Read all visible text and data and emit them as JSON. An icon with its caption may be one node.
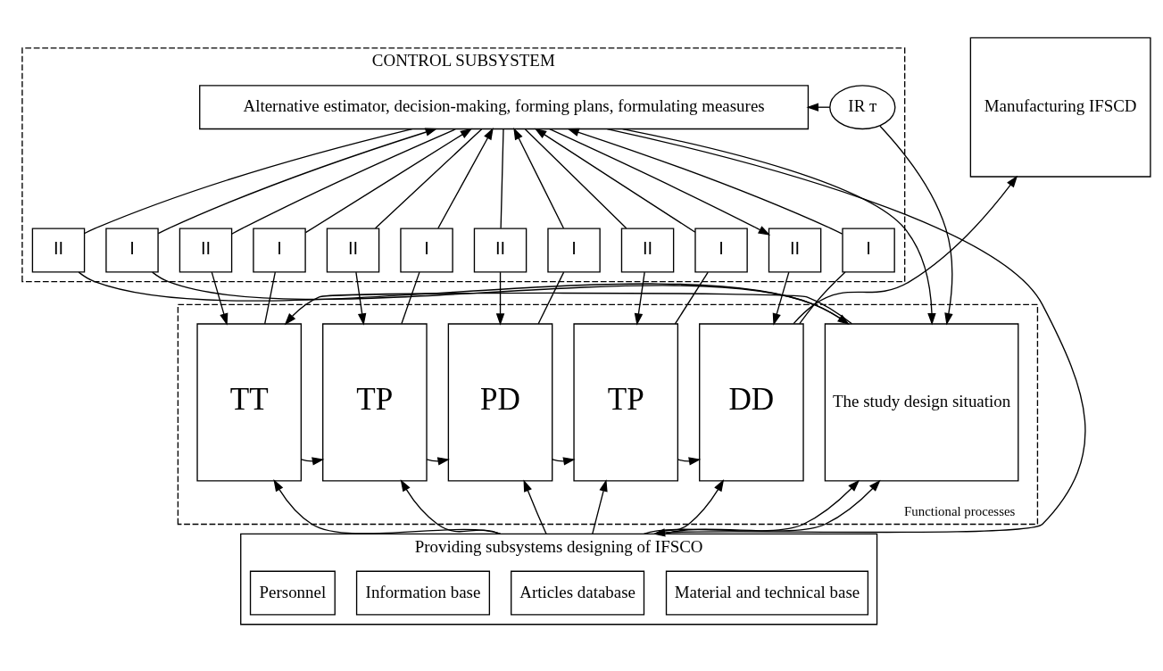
{
  "diagram": {
    "nodes": [
      {
        "text": [
          "CONTROL SUBSYSTEM"
        ]
      },
      {
        "text": [
          "IR т"
        ],
        "in": 0
      },
      {
        "text": [
          "Alternative estimator, decision-making, forming plans, formulating measures"
        ],
        "in": 0
      },
      {
        "text": [
          "II"
        ],
        "in": 0
      },
      {
        "text": [
          "I"
        ],
        "in": 0
      },
      {
        "text": [
          "II"
        ],
        "in": 0
      },
      {
        "text": [
          "I"
        ],
        "in": 0
      },
      {
        "text": [
          "II"
        ],
        "in": 0
      },
      {
        "text": [
          "I"
        ],
        "in": 0
      },
      {
        "text": [
          "II"
        ],
        "in": 0
      },
      {
        "text": [
          "I"
        ],
        "in": 0
      },
      {
        "text": [
          "II"
        ],
        "in": 0
      },
      {
        "text": [
          "I"
        ],
        "in": 0
      },
      {
        "text": [
          "II"
        ],
        "in": 0
      },
      {
        "text": [
          "I"
        ],
        "in": 0
      },
      {
        "text": [
          "Functional processes"
        ]
      },
      {
        "text": [
          "The study design situation"
        ],
        "in": 15
      },
      {
        "text": [
          "TT"
        ],
        "in": 15
      },
      {
        "text": [
          "TP"
        ],
        "in": 15
      },
      {
        "text": [
          "PD"
        ],
        "in": 15
      },
      {
        "text": [
          "TP"
        ],
        "in": 15
      },
      {
        "text": [
          "DD"
        ],
        "in": 15
      },
      {
        "text": [
          "Manufacturing IFSCD"
        ]
      },
      {
        "text": [
          "Providing subsystems designing of IFSCO"
        ]
      },
      {
        "text": [
          "Personnel"
        ],
        "in": 23
      },
      {
        "text": [
          "Information base"
        ],
        "in": 23
      },
      {
        "text": [
          "Articles database"
        ],
        "in": 23
      },
      {
        "text": [
          "Material and technical base"
        ],
        "in": 23
      }
    ],
    "edges": [
      {
        "from": 1,
        "to": 2,
        "arrow": "to"
      },
      {
        "from": 1,
        "to": 16,
        "arrow": "to"
      },
      {
        "from": 2,
        "to": 16,
        "arrow": "to"
      },
      {
        "from": 2,
        "to": 3,
        "arrow": "none"
      },
      {
        "from": 3,
        "to": 16,
        "arrow": "to"
      },
      {
        "from": 16,
        "to": 4,
        "arrow": "none"
      },
      {
        "from": 4,
        "to": 2,
        "arrow": "to"
      },
      {
        "from": 2,
        "to": 5,
        "arrow": "none"
      },
      {
        "from": 5,
        "to": 17,
        "arrow": "to"
      },
      {
        "from": 17,
        "to": 6,
        "arrow": "none"
      },
      {
        "from": 6,
        "to": 2,
        "arrow": "to"
      },
      {
        "from": 2,
        "to": 7,
        "arrow": "none"
      },
      {
        "from": 7,
        "to": 18,
        "arrow": "to"
      },
      {
        "from": 18,
        "to": 8,
        "arrow": "none"
      },
      {
        "from": 8,
        "to": 2,
        "arrow": "to"
      },
      {
        "from": 2,
        "to": 9,
        "arrow": "none"
      },
      {
        "from": 9,
        "to": 19,
        "arrow": "to"
      },
      {
        "from": 19,
        "to": 10,
        "arrow": "none"
      },
      {
        "from": 10,
        "to": 2,
        "arrow": "to"
      },
      {
        "from": 2,
        "to": 11,
        "arrow": "none"
      },
      {
        "from": 11,
        "to": 20,
        "arrow": "to"
      },
      {
        "from": 20,
        "to": 12,
        "arrow": "none"
      },
      {
        "from": 12,
        "to": 2,
        "arrow": "to"
      },
      {
        "from": 2,
        "to": 13,
        "arrow": "to"
      },
      {
        "from": 13,
        "to": 21,
        "arrow": "to"
      },
      {
        "from": 21,
        "to": 14,
        "arrow": "none"
      },
      {
        "from": 14,
        "to": 2,
        "arrow": "to"
      },
      {
        "from": 2,
        "to": 23,
        "arrow": "to"
      },
      {
        "from": 16,
        "to": 17,
        "arrow": "to"
      },
      {
        "from": 17,
        "to": 18,
        "arrow": "to"
      },
      {
        "from": 18,
        "to": 19,
        "arrow": "to"
      },
      {
        "from": 19,
        "to": 20,
        "arrow": "to"
      },
      {
        "from": 20,
        "to": 21,
        "arrow": "to"
      },
      {
        "from": 21,
        "to": 22,
        "arrow": "to"
      },
      {
        "from": 23,
        "to": 16,
        "arrow": "to"
      },
      {
        "from": 23,
        "to": 17,
        "arrow": "to"
      },
      {
        "from": 23,
        "to": 18,
        "arrow": "to"
      },
      {
        "from": 23,
        "to": 19,
        "arrow": "to"
      },
      {
        "from": 23,
        "to": 20,
        "arrow": "to"
      },
      {
        "from": 23,
        "to": 21,
        "arrow": "to"
      },
      {
        "from": 23,
        "to": 16,
        "arrow": "to"
      }
    ]
  }
}
